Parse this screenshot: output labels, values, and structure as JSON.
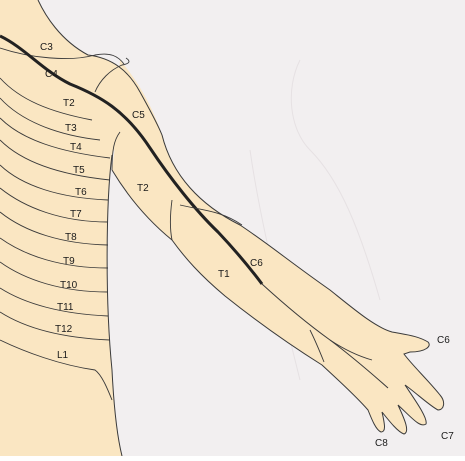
{
  "colors": {
    "background": "#f2eff0",
    "skin": "#fae6c2",
    "outline": "#3a3a3a",
    "heavy_line": "#222222",
    "text": "#1a1a1a"
  },
  "labels": {
    "c3": "C3",
    "c4": "C4",
    "c5": "C5",
    "c6_upper": "C6",
    "c6_hand": "C6",
    "c7": "C7",
    "c8": "C8",
    "t1": "T1",
    "t2_chest": "T2",
    "t2_arm": "T2",
    "t3": "T3",
    "t4": "T4",
    "t5": "T5",
    "t6": "T6",
    "t7": "T7",
    "t8": "T8",
    "t9": "T9",
    "t10": "T10",
    "t11": "T11",
    "t12": "T12",
    "l1": "L1"
  }
}
